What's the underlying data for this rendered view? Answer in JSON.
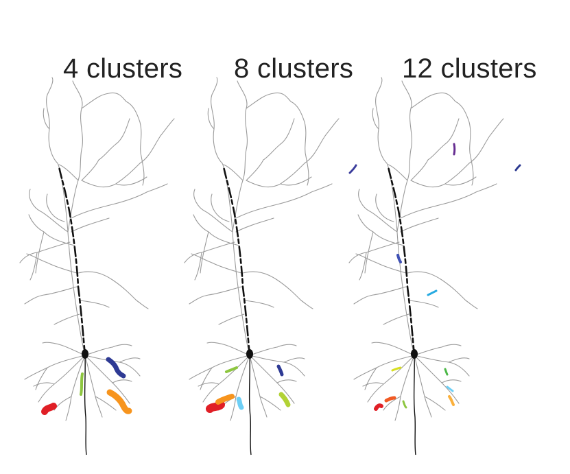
{
  "panels": [
    {
      "title": "4 clusters",
      "clusters": [
        {
          "color": "#e01f26",
          "label": "red"
        },
        {
          "color": "#f7941d",
          "label": "orange"
        },
        {
          "color": "#8dc63f",
          "label": "green"
        },
        {
          "color": "#2e3a94",
          "label": "blue"
        }
      ]
    },
    {
      "title": "8 clusters",
      "clusters": [
        {
          "color": "#e01f26",
          "label": "red"
        },
        {
          "color": "#f7941d",
          "label": "orange"
        },
        {
          "color": "#6dcff6",
          "label": "light-blue"
        },
        {
          "color": "#8dc63f",
          "label": "green"
        },
        {
          "color": "#b2d235",
          "label": "yellow-green"
        },
        {
          "color": "#2e3a94",
          "label": "blue"
        },
        {
          "color": "#3b3d9c",
          "label": "indigo"
        }
      ]
    },
    {
      "title": "12 clusters",
      "clusters": [
        {
          "color": "#e01f26",
          "label": "red"
        },
        {
          "color": "#f15a24",
          "label": "red-orange"
        },
        {
          "color": "#8dc63f",
          "label": "green"
        },
        {
          "color": "#d7df23",
          "label": "yellow"
        },
        {
          "color": "#4db848",
          "label": "green-2"
        },
        {
          "color": "#6dcff6",
          "label": "cyan"
        },
        {
          "color": "#fbb03b",
          "label": "amber"
        },
        {
          "color": "#27aae1",
          "label": "sky"
        },
        {
          "color": "#3f51b5",
          "label": "blue"
        },
        {
          "color": "#662d91",
          "label": "purple"
        },
        {
          "color": "#2b3990",
          "label": "navy"
        }
      ]
    }
  ],
  "colors": {
    "dendrite": "#9a9a9a",
    "soma": "#111111",
    "text": "#222222"
  }
}
